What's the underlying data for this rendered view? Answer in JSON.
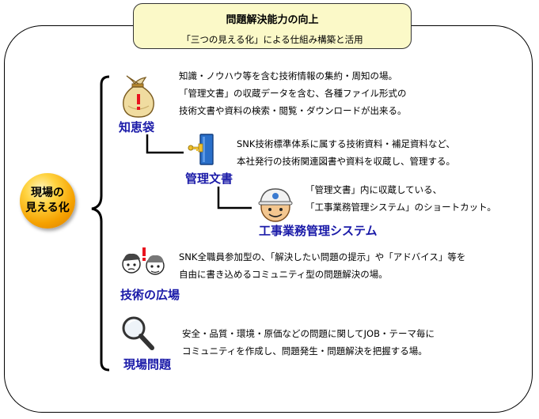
{
  "title": {
    "main": "問題解決能力の向上",
    "sub": "「三つの見える化」による仕組み構築と活用"
  },
  "center": {
    "line1": "現場の",
    "line2": "見える化"
  },
  "items": {
    "chiebukuro": {
      "label": "知恵袋",
      "desc": [
        "知識・ノウハウ等を含む技術情報の集約・周知の場。",
        "「管理文書」の収蔵データを含む、各種ファイル形式の",
        "技術文書や資料の検索・閲覧・ダウンロードが出来る。"
      ],
      "icon": "treasure-bag-icon"
    },
    "kanri_bunsho": {
      "label": "管理文書",
      "desc": [
        "SNK技術標準体系に属する技術資料・補足資料など、",
        "本社発行の技術関連図書や資料を収蔵し、管理する。"
      ],
      "icon": "locked-binder-icon"
    },
    "koji_system": {
      "label": "工事業務管理システム",
      "desc": [
        "「管理文書」内に収蔵している、",
        "「工事業務管理システム」のショートカット。"
      ],
      "icon": "hardhat-worker-icon"
    },
    "hiroba": {
      "label": "技術の広場",
      "desc": [
        "SNK全職員参加型の、「解決したい問題の提示」や「アドバイス」等を",
        "自由に書き込めるコミュニティ型の問題解決の場。"
      ],
      "icon": "discussion-people-icon"
    },
    "genba_mondai": {
      "label": "現場問題",
      "desc": [
        "安全・品質・環境・原価などの問題に関してJOB・テーマ毎に",
        "コミュニティを作成し、問題発生・問題解決を把握する場。"
      ],
      "icon": "magnifier-icon"
    }
  },
  "colors": {
    "label": "#1a1aa8",
    "title_bg": "#fbf9c8",
    "bubble": "#f5a100"
  }
}
